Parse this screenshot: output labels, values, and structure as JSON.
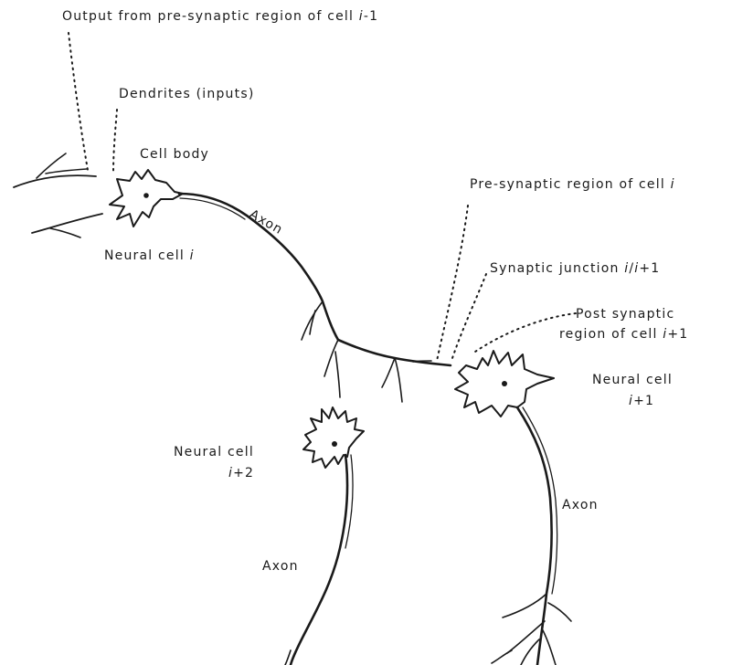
{
  "labels": {
    "output_from_presynaptic": "Output from pre-synaptic region of cell i-1",
    "dendrites_inputs": "Dendrites (inputs)",
    "cell_body": "Cell body",
    "axon_cell_i": "Axon",
    "neural_cell_i": "Neural cell i",
    "presynaptic_region": "Pre-synaptic region of cell i",
    "synaptic_junction": "Synaptic junction i/i+1",
    "post_synaptic_line1": "Post synaptic",
    "post_synaptic_line2": "region of cell i+1",
    "neural_cell_i1_line1": "Neural cell",
    "neural_cell_i1_line2": "i+1",
    "neural_cell_i2_line1": "Neural cell",
    "neural_cell_i2_line2": "i+2",
    "axon_cell_i1": "Axon",
    "axon_cell_i2": "Axon"
  }
}
